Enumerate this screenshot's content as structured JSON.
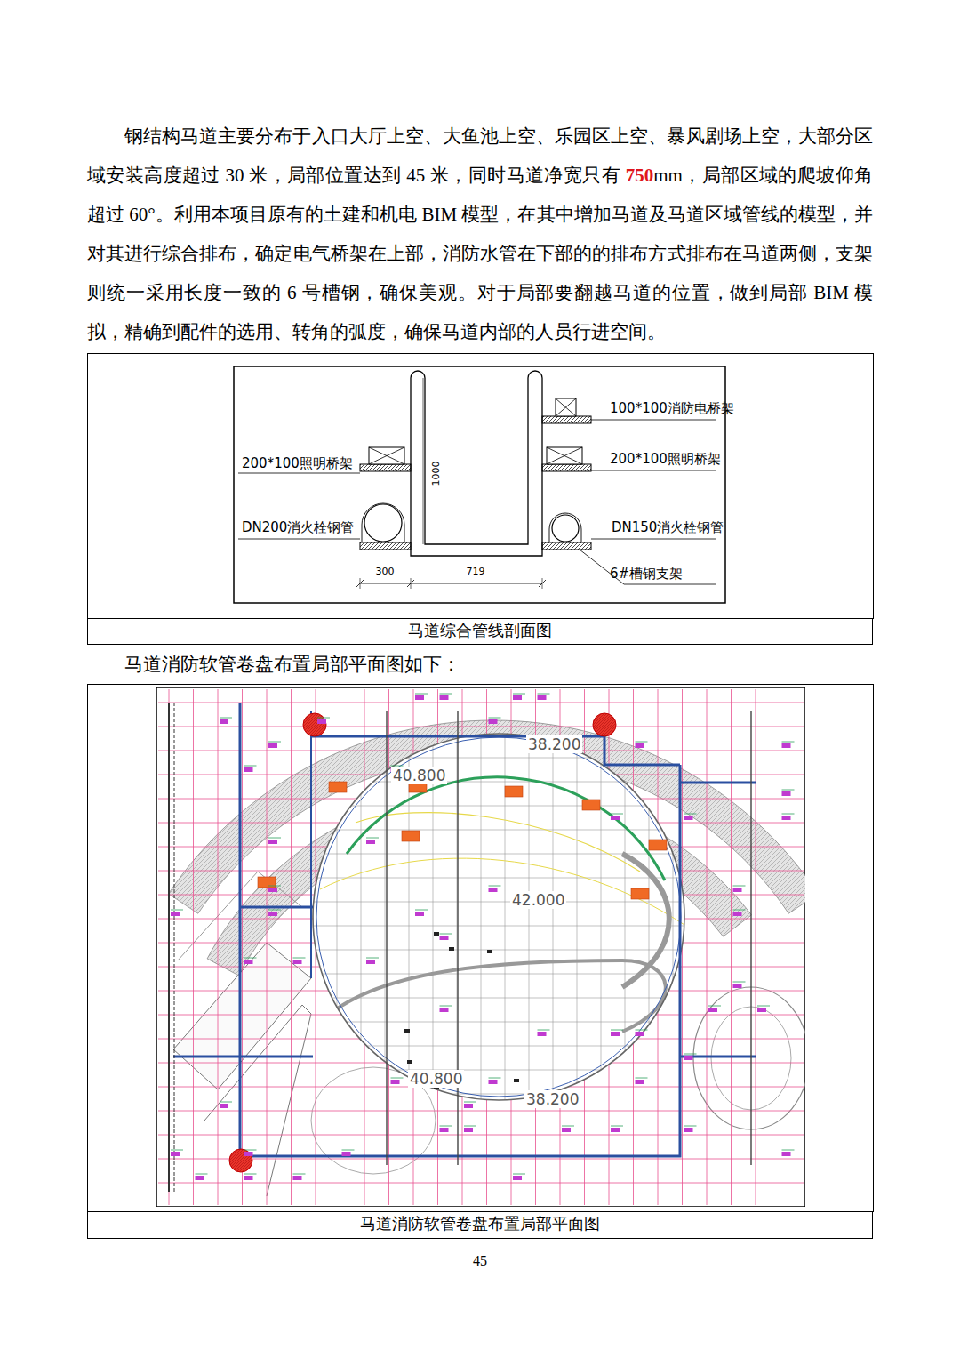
{
  "diagram": {
    "nodes": [
      {
        "text": [
          "马道综合管线剖面图"
        ]
      },
      {
        "text": [
          "马道消防软管卷盘布置局部平面图"
        ]
      }
    ],
    "labels": [
      "钢结构马道主要分布于入口大厅上空、大鱼池上空、乐园区上空、暴风剧场上空，大部分区域安装高度超过 30 米，局部位置达到 45 米，同时马道净宽只有 ",
      "750",
      "mm，局部区域的爬坡仰角超过 60°。利用本项目原有的土建和机电 BIM 模型，在其中增加马道及马道区域管线的模型，并对其进行综合排布，确定电气桥架在上部，消防水管在下部的的排布方式排布在马道两侧，支架则统一采用长度一致的 6 号槽钢，确保美观。对于局部要翻越马道的位置，做到局部 BIM 模拟，精确到配件的选用、转角的弧度，确保马道内部的人员行进空间。",
      "马道消防软管卷盘布置局部平面图如下：",
      "100*100消防电桥架",
      "200*100照明桥架",
      "200*100照明桥架",
      "DN200消火栓钢管",
      "DN150消火栓钢管",
      "6#槽钢支架",
      "1000",
      "300",
      "719",
      "38.200",
      "40.800",
      "42.000",
      "40.800",
      "38.200",
      "45"
    ]
  }
}
